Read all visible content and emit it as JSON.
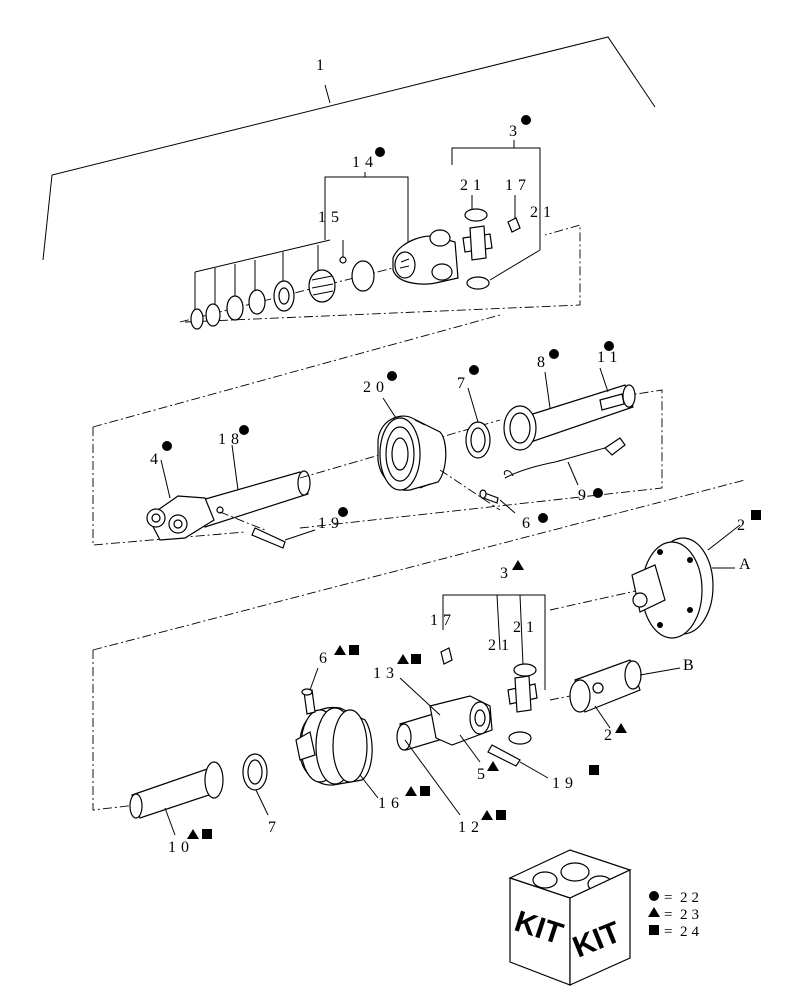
{
  "callouts": {
    "c1": "1",
    "c3a": "3",
    "c14": "14",
    "c15": "15",
    "c21a": "21",
    "c17a": "17",
    "c21b": "21",
    "c20": "20",
    "c8": "8",
    "c11": "11",
    "c7a": "7",
    "c4": "4",
    "c18": "18",
    "c9": "9",
    "c19a": "19",
    "c6a": "6",
    "c2top": "2",
    "cA": "A",
    "c3b": "3",
    "c17b": "17",
    "c21c": "21",
    "c21d": "21",
    "c6b": "6",
    "c13": "13",
    "cB": "B",
    "c2b": "2",
    "c5": "5",
    "c19b": "19",
    "c16": "16",
    "c12": "12",
    "c10": "10",
    "c7b": "7"
  },
  "kit": {
    "left": "KIT",
    "right": "KIT"
  },
  "legend": [
    {
      "symbol": "circle",
      "value": "22"
    },
    {
      "symbol": "triangle",
      "value": "23"
    },
    {
      "symbol": "square",
      "value": "24"
    }
  ],
  "legend_equals": "="
}
